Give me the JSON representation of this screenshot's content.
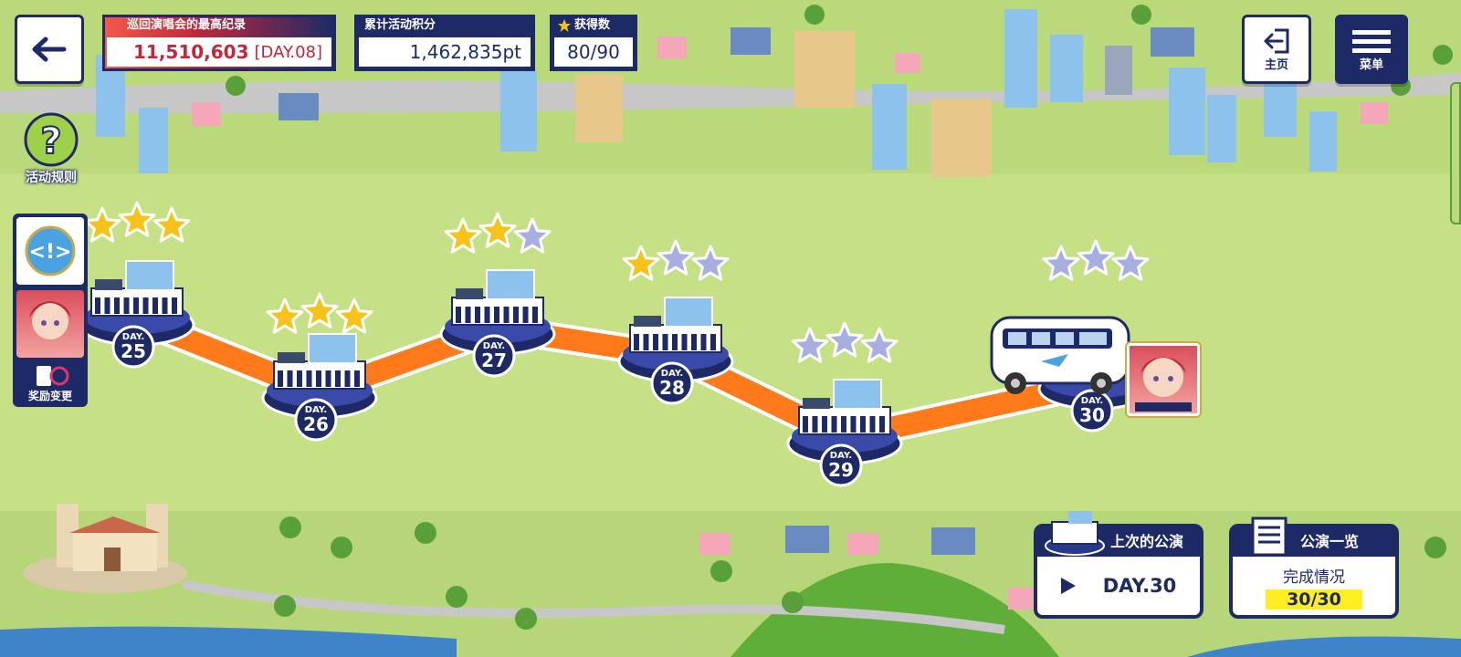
{
  "header": {
    "record_label": "巡回演唱会的最高纪录",
    "record_value": "11,510,603",
    "record_day": "[DAY.08]",
    "points_label": "累计活动积分",
    "points_value": "1,462,835pt",
    "stars_label": "获得数",
    "stars_value": "80/90"
  },
  "nav": {
    "home_label": "主页",
    "menu_label": "菜单"
  },
  "side": {
    "rules_label": "活动规则",
    "reward_change_label": "奖励变更"
  },
  "route": {
    "nodes": [
      {
        "day_prefix": "DAY.",
        "day": "25",
        "stars_earned": 3
      },
      {
        "day_prefix": "DAY.",
        "day": "26",
        "stars_earned": 3
      },
      {
        "day_prefix": "DAY.",
        "day": "27",
        "stars_earned": 2
      },
      {
        "day_prefix": "DAY.",
        "day": "28",
        "stars_earned": 1
      },
      {
        "day_prefix": "DAY.",
        "day": "29",
        "stars_earned": 0
      },
      {
        "day_prefix": "DAY.",
        "day": "30",
        "stars_earned": 0
      }
    ]
  },
  "last_show": {
    "title": "上次的公演",
    "value": "DAY.30"
  },
  "show_list": {
    "title": "公演一览",
    "subtitle": "完成情况",
    "value": "30/30"
  },
  "colors": {
    "navy": "#1e2a66",
    "path_orange": "#ff7a1a",
    "star_gold": "#f7c21a",
    "star_empty": "#a9aee0",
    "record_red": "#c0273a",
    "highlight_yellow": "#ffee22"
  },
  "icons": {
    "back": "arrow-left-icon",
    "home": "exit-icon",
    "menu": "hamburger-icon",
    "rules": "question-icon",
    "play": "play-icon"
  }
}
